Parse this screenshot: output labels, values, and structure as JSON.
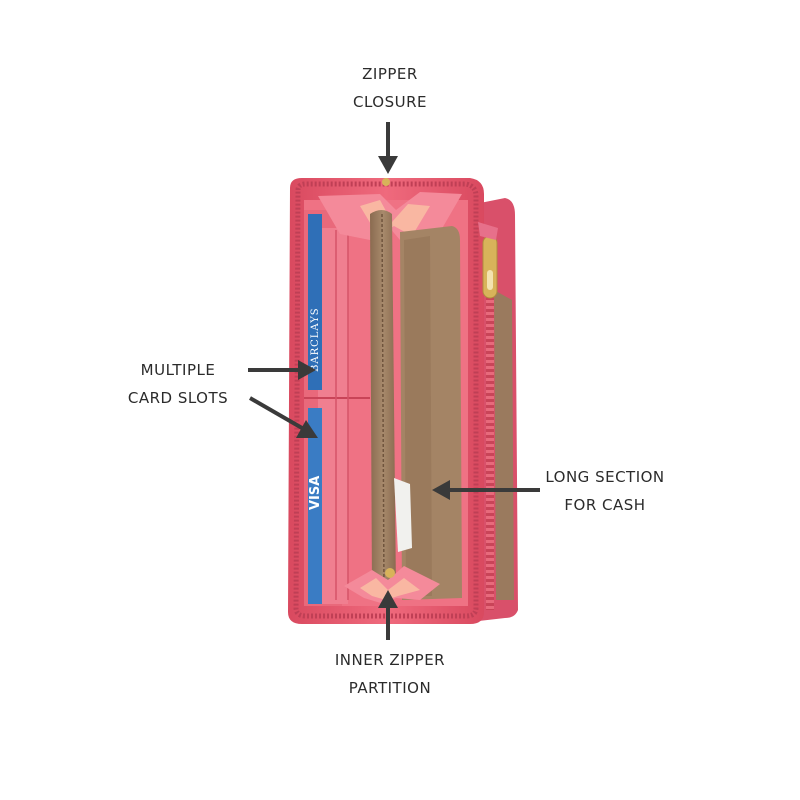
{
  "callouts": {
    "zipper_closure": {
      "line1": "ZIPPER",
      "line2": "CLOSURE"
    },
    "card_slots": {
      "line1": "MULTIPLE",
      "line2": "CARD SLOTS"
    },
    "cash_section": {
      "line1": "LONG SECTION",
      "line2": "FOR CASH"
    },
    "inner_zipper": {
      "line1": "INNER ZIPPER",
      "line2": "PARTITION"
    }
  },
  "card_brands": {
    "top": "BARCLAYS",
    "bottom": "VISA"
  },
  "colors": {
    "wallet_pink": "#e8596f",
    "wallet_pink_dark": "#c94458",
    "lining_tan": "#9a7a5e",
    "lining_light": "#a68666",
    "gold": "#d8b35a",
    "card_blue": "#2f6fb7",
    "arrow": "#3a3a3a",
    "background": "#ffffff"
  }
}
